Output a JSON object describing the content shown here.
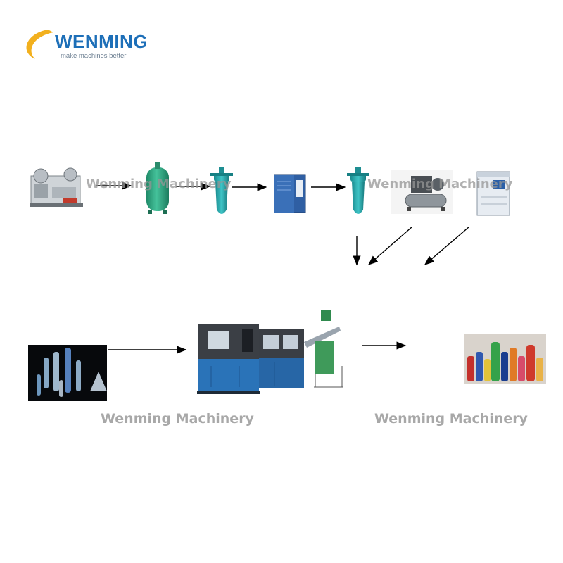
{
  "logo": {
    "name": "WENMING",
    "tagline": "make machines better",
    "brand_color": "#1d6fb8",
    "swoosh_color": "#f2b01e"
  },
  "watermarks": [
    "Wenming Machinery",
    "Wenming Machinery",
    "Wenming Machinery",
    "Wenming Machinery"
  ],
  "equipment_icons": [
    "air-compressor-icon",
    "air-tank-icon",
    "precision-filter-icon",
    "air-dryer-icon",
    "precision-filter-icon",
    "low-pressure-compressor-icon",
    "water-chiller-icon",
    "pet-preforms-icon",
    "blow-molding-machine-icon",
    "finished-bottles-icon"
  ],
  "colors": {
    "tank_green": "#2fa37f",
    "machine_blue": "#2a73b8",
    "watermark_gray": "#a8a8a8"
  }
}
